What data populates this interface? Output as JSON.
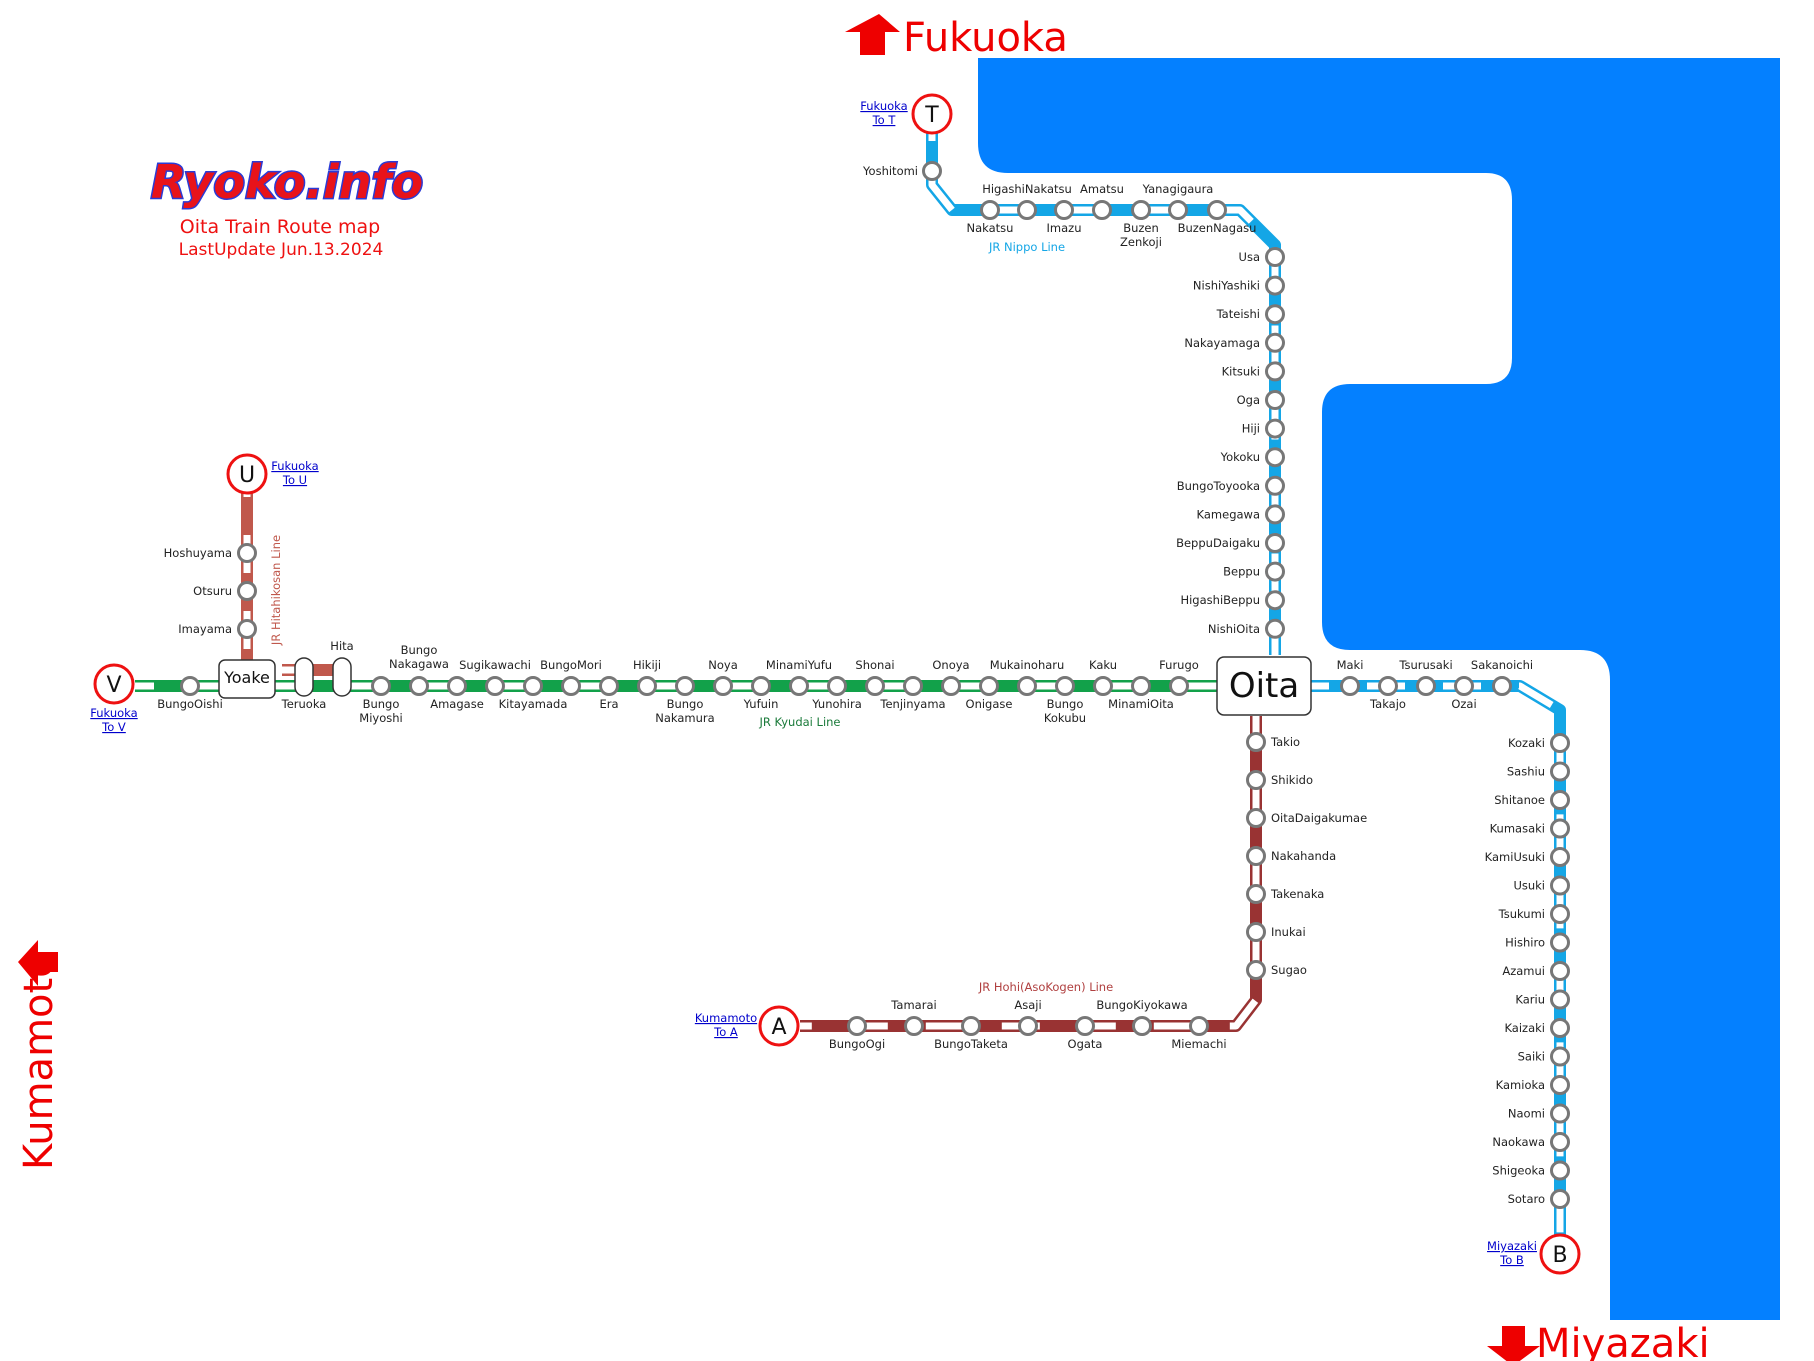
{
  "logo": {
    "text": "Ryoko.info",
    "fill": "#e8131a",
    "outline": "#2a3bd6"
  },
  "page_title": "Oita Train Route map",
  "last_update": "LastUpdate Jun.13.2024",
  "colors": {
    "sea": "#0480ff",
    "nippo": "#14a6e6",
    "kyudai": "#12a14a",
    "hohi": "#993333",
    "hitahikosan": "#c0584c",
    "accent": "#ee0000",
    "link": "#0000cc"
  },
  "directions": {
    "north": {
      "label": "Fukuoka",
      "icon": "arrow-up-icon"
    },
    "south": {
      "label": "Miyazaki",
      "icon": "arrow-down-icon"
    },
    "west": {
      "label": "Kumamoto",
      "icon": "arrow-left-icon"
    }
  },
  "hub": {
    "label": "Oita"
  },
  "yoake": {
    "label": "Yoake"
  },
  "terminals": [
    {
      "letter": "T",
      "link_line1": "Fukuoka",
      "link_line2": "To T"
    },
    {
      "letter": "U",
      "link_line1": "Fukuoka",
      "link_line2": "To U"
    },
    {
      "letter": "V",
      "link_line1": "Fukuoka",
      "link_line2": "To V"
    },
    {
      "letter": "A",
      "link_line1": "Kumamoto",
      "link_line2": "To A"
    },
    {
      "letter": "B",
      "link_line1": "Miyazaki",
      "link_line2": "To B"
    }
  ],
  "lines": {
    "nippo_north": {
      "name": "JR Nippo Line",
      "stations": [
        "Yoshitomi",
        "Nakatsu",
        "HigashiNakatsu",
        "Imazu",
        "Amatsu",
        "Buzen Zenkoji",
        "Yanagigaura",
        "BuzenNagasu",
        "Usa",
        "NishiYashiki",
        "Tateishi",
        "Nakayamaga",
        "Kitsuki",
        "Oga",
        "Hiji",
        "Yokoku",
        "BungoToyooka",
        "Kamegawa",
        "BeppuDaigaku",
        "Beppu",
        "HigashiBeppu",
        "NishiOita"
      ]
    },
    "nippo_south": {
      "stations": [
        "Maki",
        "Takajo",
        "Tsurusaki",
        "Ozai",
        "Sakanoichi",
        "Kozaki",
        "Sashiu",
        "Shitanoe",
        "Kumasaki",
        "KamiUsuki",
        "Usuki",
        "Tsukumi",
        "Hishiro",
        "Azamui",
        "Kariu",
        "Kaizaki",
        "Saiki",
        "Kamioka",
        "Naomi",
        "Naokawa",
        "Shigeoka",
        "Sotaro"
      ]
    },
    "kyudai": {
      "name": "JR Kyudai Line",
      "stations": [
        "BungoOishi",
        "Teruoka",
        "Hita",
        "Bungo Miyoshi",
        "Bungo Nakagawa",
        "Amagase",
        "Sugikawachi",
        "Kitayamada",
        "BungoMori",
        "Era",
        "Hikiji",
        "Bungo Nakamura",
        "Noya",
        "Yufuin",
        "MinamiYufu",
        "Yunohira",
        "Shonai",
        "Tenjinyama",
        "Onoya",
        "Onigase",
        "Mukainoharu",
        "Bungo Kokubu",
        "Kaku",
        "MinamiOita",
        "Furugo"
      ]
    },
    "hitahikosan": {
      "name": "JR Hitahikosan Line",
      "stations": [
        "Hoshuyama",
        "Otsuru",
        "Imayama"
      ]
    },
    "hohi": {
      "name": "JR Hohi(AsoKogen) Line",
      "stations": [
        "Takio",
        "Shikido",
        "OitaDaigakumae",
        "Nakahanda",
        "Takenaka",
        "Inukai",
        "Sugao",
        "Miemachi",
        "BungoKiyokawa",
        "Ogata",
        "Asaji",
        "BungoTaketa",
        "Tamarai",
        "BungoOgi"
      ]
    }
  }
}
